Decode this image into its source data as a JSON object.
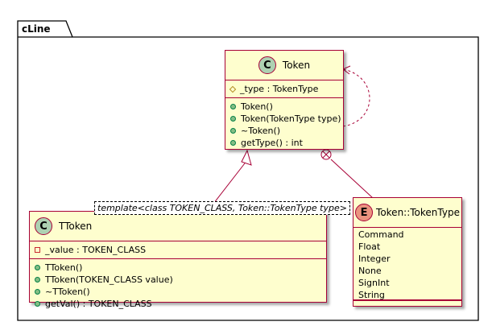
{
  "package": {
    "name": "cLine"
  },
  "classes": {
    "token": {
      "name": "Token",
      "stereo": "C",
      "fields": [
        {
          "vis": "#",
          "text": "_type : TokenType"
        }
      ],
      "methods": [
        {
          "vis": "+",
          "text": "Token()"
        },
        {
          "vis": "+",
          "text": "Token(TokenType type)"
        },
        {
          "vis": "+",
          "text": "~Token()"
        },
        {
          "vis": "+",
          "text": "getType() : int"
        }
      ]
    },
    "ttoken": {
      "name": "TToken",
      "stereo": "C",
      "template": "template<class TOKEN_CLASS, Token::TokenType type>",
      "fields": [
        {
          "vis": "-",
          "text": "_value : TOKEN_CLASS"
        }
      ],
      "methods": [
        {
          "vis": "+",
          "text": "TToken()"
        },
        {
          "vis": "+",
          "text": "TToken(TOKEN_CLASS value)"
        },
        {
          "vis": "+",
          "text": "~TToken()"
        },
        {
          "vis": "+",
          "text": "getVal() : TOKEN_CLASS"
        }
      ]
    },
    "tokentype": {
      "name": "Token::TokenType",
      "stereo": "E",
      "literals": [
        "Command",
        "Float",
        "Integer",
        "None",
        "SignInt",
        "String"
      ]
    }
  },
  "colors": {
    "class_fill": "#FEFECE",
    "border": "#A80036",
    "class_circle": "#ADD1B2",
    "enum_circle": "#EB937F"
  }
}
